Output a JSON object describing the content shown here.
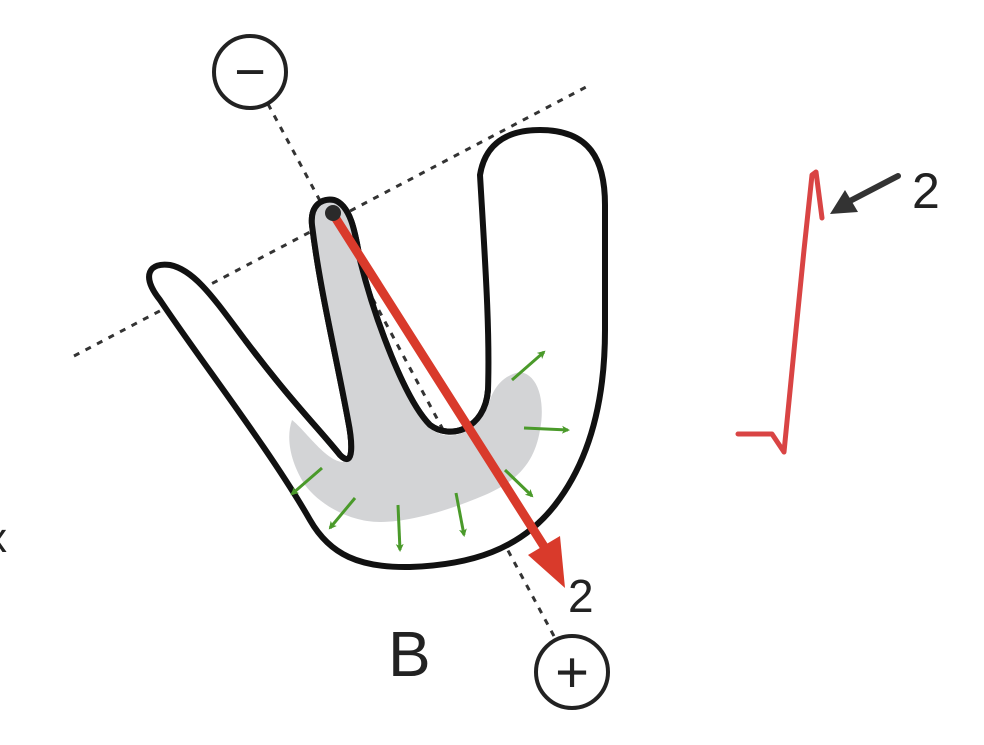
{
  "colors": {
    "outline": "#111111",
    "activation_fill": "#d3d4d6",
    "vector": "#d93a2b",
    "wavefront_arrows": "#4a9a2a",
    "axis_dotted": "#333333",
    "ecg_trace": "#d94444",
    "pointer_arrow": "#333333"
  },
  "labels": {
    "panel_letter": "B",
    "vector_label": "2",
    "ecg_label": "2",
    "negative_pole": "−",
    "positive_pole": "+",
    "cut_left_edge": "x"
  },
  "icons": {
    "negative_pole": "minus-circle-icon",
    "positive_pole": "plus-circle-icon",
    "pointer": "arrow-icon"
  }
}
